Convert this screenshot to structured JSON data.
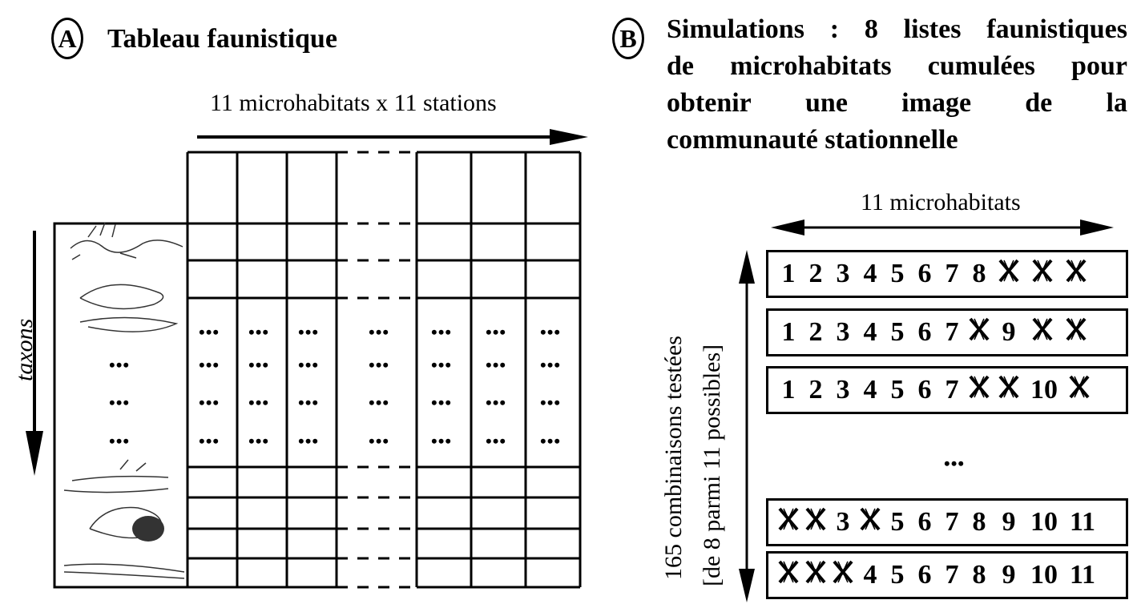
{
  "panel_a": {
    "label": "A",
    "title": "Tableau faunistique",
    "top_label": "11 microhabitats x 11 stations",
    "side_label": "taxons",
    "dots": "•••"
  },
  "panel_b": {
    "label": "B",
    "title_lines": [
      [
        "Simulations",
        ":",
        "8",
        "listes",
        "faunistiques"
      ],
      [
        "de",
        "microhabitats",
        "cumulées",
        "pour"
      ],
      [
        "obtenir",
        "une",
        "image",
        "de",
        "la"
      ],
      [
        "communauté stationnelle"
      ]
    ],
    "top_label": "11 microhabitats",
    "side_label_1": "165 combinaisons testées",
    "side_label_2": "[de 8 parmi 11 possibles]",
    "ellipsis": "•••",
    "rows": [
      [
        "1",
        "2",
        "3",
        "4",
        "5",
        "6",
        "7",
        "8",
        "X",
        "X",
        "X"
      ],
      [
        "1",
        "2",
        "3",
        "4",
        "5",
        "6",
        "7",
        "X",
        "9",
        "X",
        "X"
      ],
      [
        "1",
        "2",
        "3",
        "4",
        "5",
        "6",
        "7",
        "X",
        "X",
        "10",
        "X"
      ],
      [
        "X",
        "X",
        "3",
        "X",
        "5",
        "6",
        "7",
        "8",
        "9",
        "10",
        "11"
      ],
      [
        "X",
        "X",
        "X",
        "4",
        "5",
        "6",
        "7",
        "8",
        "9",
        "10",
        "11"
      ]
    ]
  }
}
